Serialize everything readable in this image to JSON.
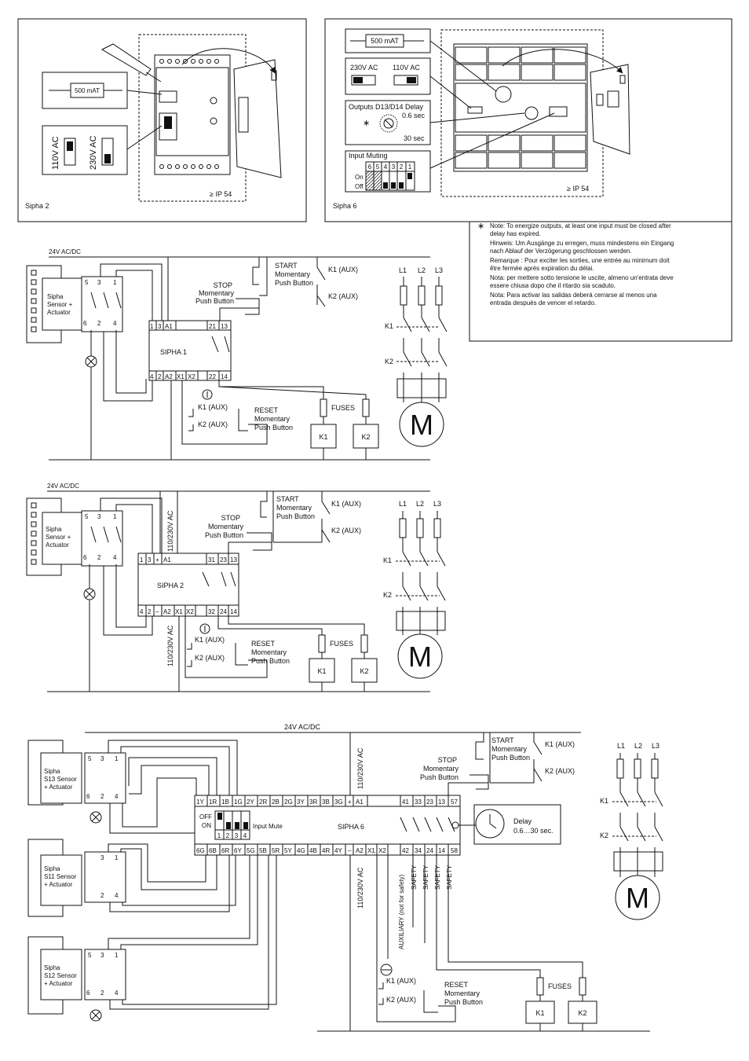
{
  "sipha2_panel": {
    "name": "Sipha 2",
    "fuse": "500 mAT",
    "volt_a": "110V AC",
    "volt_b": "230V AC",
    "ip": "≥ IP 54"
  },
  "sipha6_panel": {
    "name": "Sipha 6",
    "fuse": "500 mAT",
    "volt_a": "230V AC",
    "volt_b": "110V AC",
    "delay_title": "Outputs D13/D14 Delay",
    "delay_min": "0.6 sec",
    "delay_max": "30 sec",
    "star": "∗",
    "muting_title": "Input Muting",
    "muting_nums": [
      "6",
      "5",
      "4",
      "3",
      "2",
      "1"
    ],
    "on": "On",
    "off": "Off",
    "ip": "≥ IP 54"
  },
  "note": {
    "star": "∗",
    "lines": [
      "Note: To energize outputs, at least one input must be closed after",
      "delay has expired.",
      "Hinweis: Um Ausgänge zu erregen, muss mindestens ein Eingang",
      "nach Ablauf der Verzögerung geschlossen werden.",
      "Remarque : Pour exciter les sorties, une entrée au minimum doit",
      "être fermée après expiration du délai.",
      "Nota: per mettere sotto tensione le uscite, almeno un'entrata deve",
      "essere chiusa dopo che il ritardo sia scaduto.",
      "Nota: Para activar las salidas deberá cerrarse al menos una",
      "entrada después de vencer el retardo."
    ]
  },
  "diagram1": {
    "supply": "24V AC/DC",
    "sensor": [
      "Sipha",
      "Sensor +",
      "Actuator"
    ],
    "relay": "SIPHA 1",
    "top_terms": [
      "1",
      "3",
      "A1",
      "21",
      "13"
    ],
    "bot_terms": [
      "4",
      "2",
      "A2",
      "X1",
      "X2",
      "22",
      "14"
    ],
    "start": [
      "START",
      "Momentary",
      "Push Button"
    ],
    "stop": [
      "STOP",
      "Momentary",
      "Push Button"
    ],
    "reset": [
      "RESET",
      "Momentary",
      "Push Button"
    ],
    "k1aux": "K1 (AUX)",
    "k2aux": "K2 (AUX)",
    "fuses": "FUSES",
    "k1": "K1",
    "k2": "K2",
    "l1": "L1",
    "l2": "L2",
    "l3": "L3",
    "motor": "M",
    "sensor_nums": [
      "5",
      "3",
      "1",
      "6",
      "2",
      "4"
    ]
  },
  "diagram2": {
    "supply": "24V AC/DC",
    "ac": "110/230V AC",
    "sensor": [
      "Sipha",
      "Sensor +",
      "Actuator"
    ],
    "relay": "SIPHA 2",
    "top_terms": [
      "1",
      "3",
      "+",
      "A1",
      "31",
      "23",
      "13"
    ],
    "bot_terms": [
      "4",
      "2",
      "–",
      "A2",
      "X1",
      "X2",
      "32",
      "24",
      "14"
    ],
    "start": [
      "START",
      "Momentary",
      "Push Button"
    ],
    "stop": [
      "STOP",
      "Momentary",
      "Push Button"
    ],
    "reset": [
      "RESET",
      "Momentary",
      "Push Button"
    ],
    "k1aux": "K1 (AUX)",
    "k2aux": "K2 (AUX)",
    "fuses": "FUSES",
    "k1": "K1",
    "k2": "K2",
    "l1": "L1",
    "l2": "L2",
    "l3": "L3",
    "motor": "M",
    "sensor_nums": [
      "5",
      "3",
      "1",
      "6",
      "2",
      "4"
    ]
  },
  "diagram3": {
    "supply": "24V AC/DC",
    "ac": "110/230V AC",
    "sensors": [
      [
        "Sipha",
        "S13 Sensor",
        "+ Actuator"
      ],
      [
        "Sipha",
        "S11 Sensor",
        "+ Actuator"
      ],
      [
        "Sipha",
        "S12 Sensor",
        "+ Actuator"
      ]
    ],
    "relay": "SIPHA 6",
    "top_terms": [
      "1Y",
      "1R",
      "1B",
      "1G",
      "2Y",
      "2R",
      "2B",
      "2G",
      "3Y",
      "3R",
      "3B",
      "3G",
      "+",
      "A1",
      "41",
      "33",
      "23",
      "13",
      "57"
    ],
    "bot_terms": [
      "6G",
      "6B",
      "6R",
      "6Y",
      "5G",
      "5B",
      "5R",
      "5Y",
      "4G",
      "4B",
      "4R",
      "4Y",
      "–",
      "A2",
      "X1",
      "X2",
      "42",
      "34",
      "24",
      "14",
      "58"
    ],
    "off": "OFF",
    "on": "ON",
    "mute_nums": [
      "1",
      "2",
      "3",
      "4"
    ],
    "input_mute": "Input Mute",
    "delay": [
      "Delay",
      "0.6…30 sec."
    ],
    "aux_label": "AUXILIARY (not for safety)",
    "safety": "SAFETY",
    "start": [
      "START",
      "Momentary",
      "Push Button"
    ],
    "stop": [
      "STOP",
      "Momentary",
      "Push Button"
    ],
    "reset": [
      "RESET",
      "Momentary",
      "Push Button"
    ],
    "k1aux": "K1 (AUX)",
    "k2aux": "K2 (AUX)",
    "fuses": "FUSES",
    "k1": "K1",
    "k2": "K2",
    "l1": "L1",
    "l2": "L2",
    "l3": "L3",
    "motor": "M",
    "sensor_nums": [
      "5",
      "3",
      "1",
      "6",
      "2",
      "4"
    ]
  }
}
